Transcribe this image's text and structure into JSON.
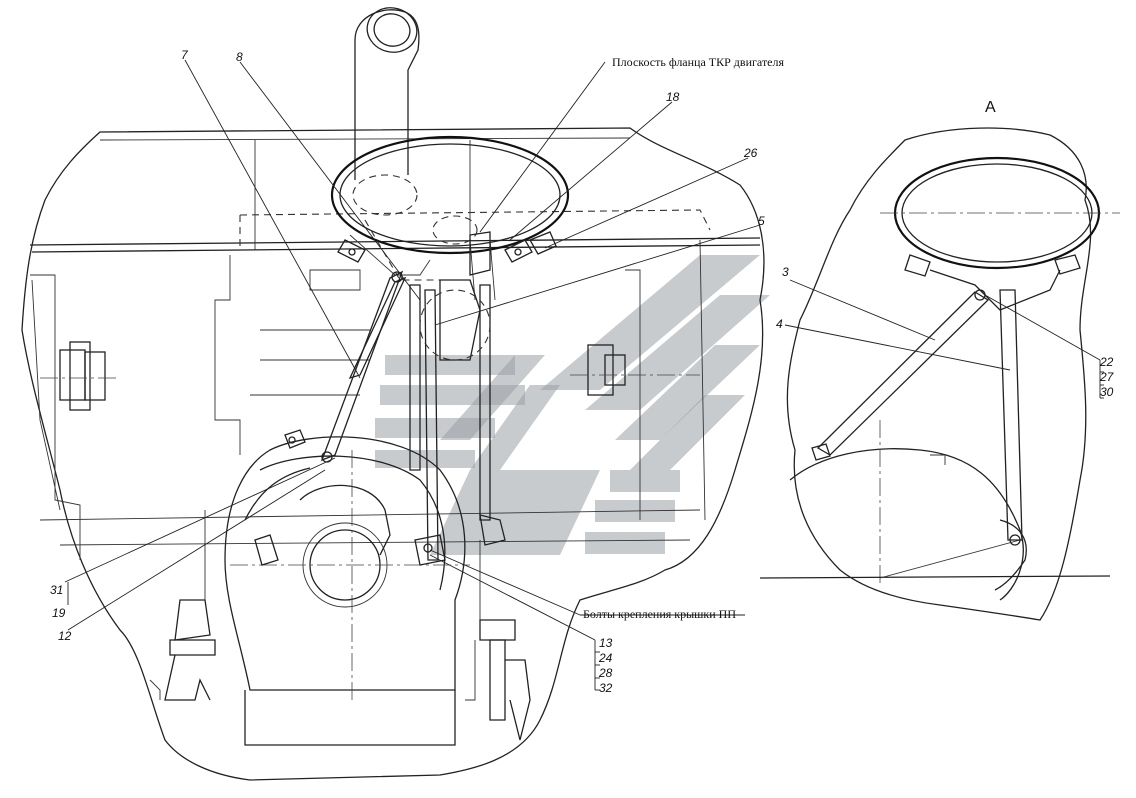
{
  "labels": {
    "callout_7": "7",
    "callout_8": "8",
    "callout_18": "18",
    "callout_26": "26",
    "callout_5": "5",
    "callout_31": "31",
    "callout_19": "19",
    "callout_12": "12",
    "callout_13": "13",
    "callout_24": "24",
    "callout_28": "28",
    "callout_32": "32",
    "callout_3": "3",
    "callout_4": "4",
    "callout_22": "22",
    "callout_27": "27",
    "callout_30": "30",
    "view_a": "А"
  },
  "notes": {
    "flange_plane": "Плоскость фланца ТКР двигателя",
    "cover_bolts": "Болты крепления крышки ПП"
  },
  "colors": {
    "line": "#222222",
    "watermark": "#9aa0a6"
  }
}
